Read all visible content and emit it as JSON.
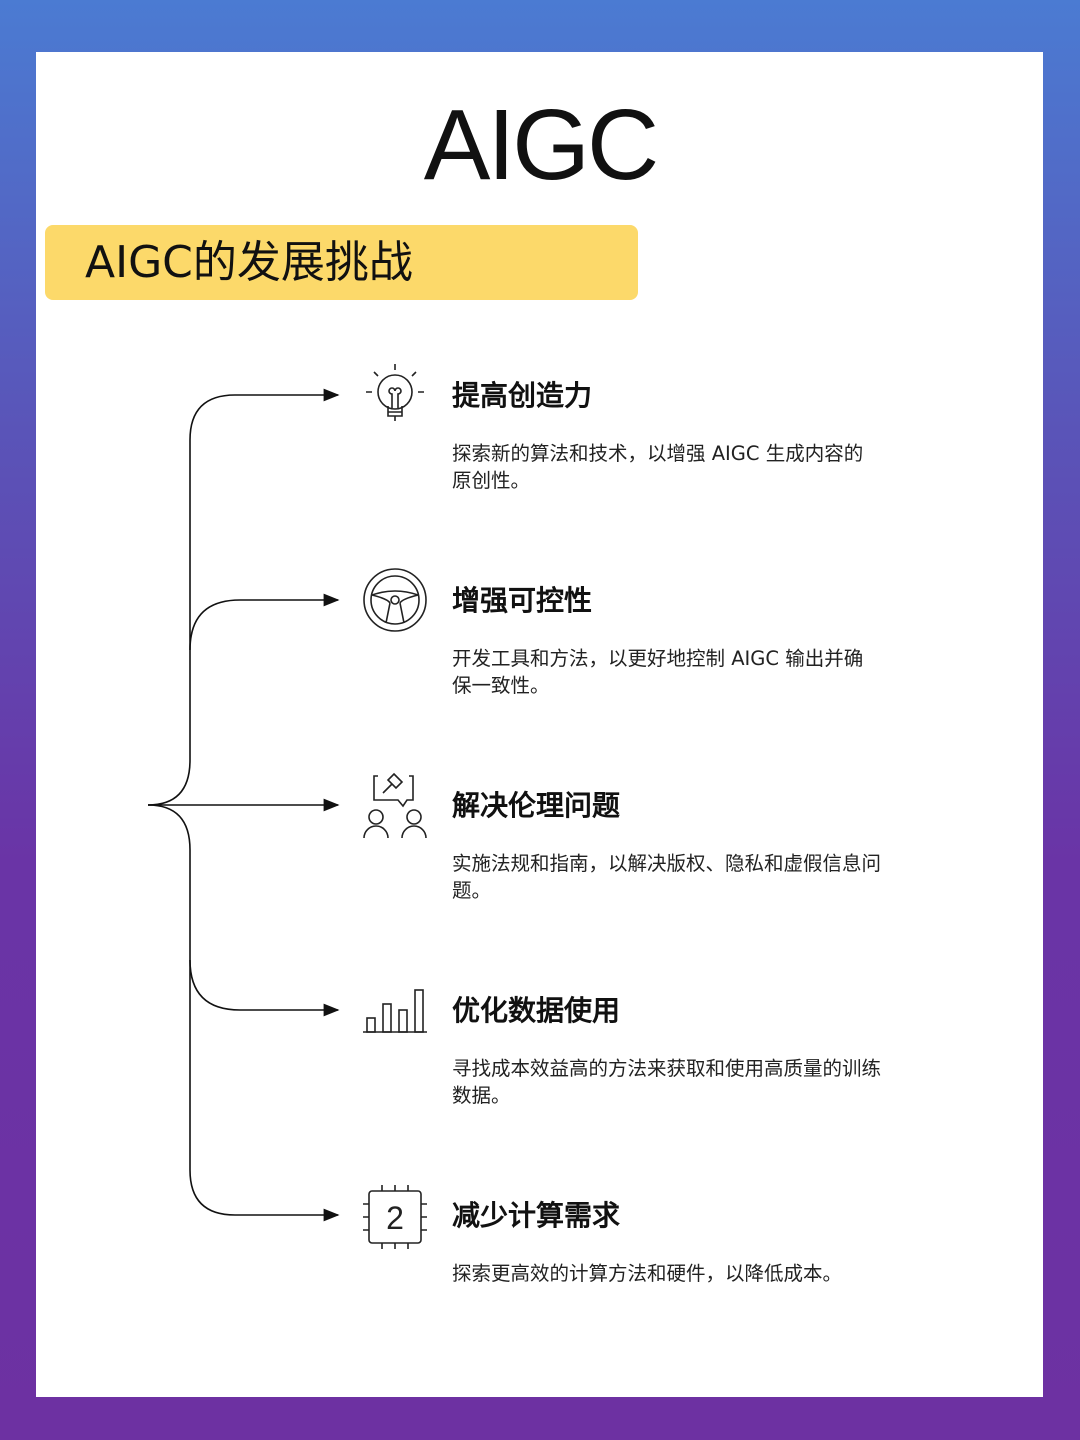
{
  "title": "AIGC",
  "banner": "AIGC的发展挑战",
  "items": [
    {
      "icon": "lightbulb-icon",
      "title": "提高创造力",
      "desc": "探索新的算法和技术，以增强 AIGC 生成内容的原创性。"
    },
    {
      "icon": "steering-wheel-icon",
      "title": "增强可控性",
      "desc": "开发工具和方法，以更好地控制 AIGC 输出并确保一致性。"
    },
    {
      "icon": "gavel-discussion-icon",
      "title": "解决伦理问题",
      "desc": "实施法规和指南，以解决版权、隐私和虚假信息问题。"
    },
    {
      "icon": "bar-chart-icon",
      "title": "优化数据使用",
      "desc": "寻找成本效益高的方法来获取和使用高质量的训练数据。"
    },
    {
      "icon": "chip-icon",
      "title": "减少计算需求",
      "desc": "探索更高效的计算方法和硬件，以降低成本。",
      "chip_label": "2"
    }
  ]
}
